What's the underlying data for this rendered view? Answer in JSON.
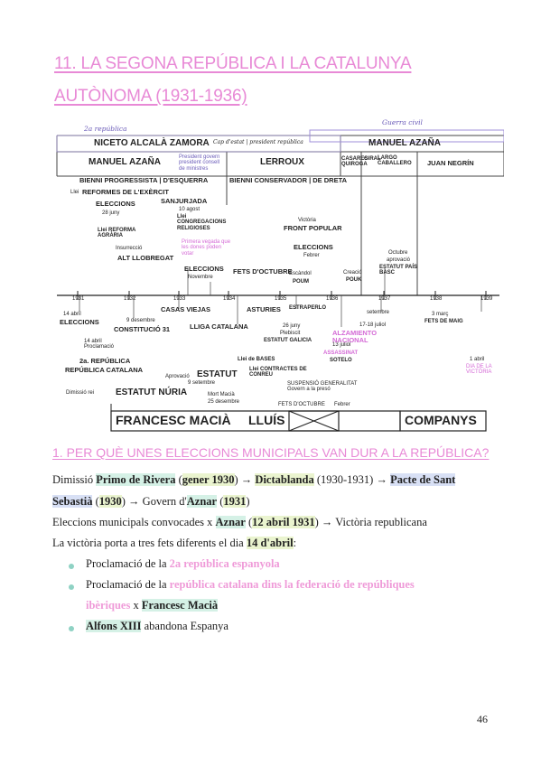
{
  "title": {
    "line1": "11. LA SEGONA REPÚBLICA I LA CATALUNYA",
    "line2": "AUTÒNOMA (1931-1936)"
  },
  "timeline": {
    "period_left": "2a república",
    "period_right": "Guerra civil",
    "presidents": {
      "left": "NICETO ALCALÀ ZAMORA",
      "left_note": "Cap d'estat | president república",
      "right": "MANUEL AZAÑA"
    },
    "governments": {
      "azana": "MANUEL AZAÑA",
      "azana_note": "President govern president consell de ministres",
      "lerroux": "LERROUX",
      "casares": "CASARES QUIROGA",
      "giral": "GIRAL",
      "largo": "LARGO CABALLERO",
      "negrin": "JUAN NEGRÍN"
    },
    "bienni1": "BIENNI PROGRESSISTA | D'ESQUERRA",
    "bienni2": "BIENNI CONSERVADOR | DE DRETA",
    "above": {
      "lleis": "Llei",
      "reformes_exercit": "REFORMES DE L'EXÈRCIT",
      "elections_1931": "ELECCIONS",
      "elections_1931_date": "28 juny",
      "sanjurjada": "SANJURJADA",
      "sanjurjada_date": "10 agost",
      "llei_reforma": "Llei REFORMA AGRÀRIA",
      "llei_congregacions": "Llei CONGREGACIONS RELIGIOSES",
      "insurreccio": "Insurrecció",
      "alt_llobregat": "ALT LLOBREGAT",
      "vot_dona": "Primera vegada que les dones poden votar",
      "elections_1933": "ELECCIONS",
      "elections_1933_date": "Novembre",
      "fets_octubre": "FETS D'OCTUBRE",
      "victoria": "Victòria",
      "front_popular": "FRONT POPULAR",
      "elections_1936": "ELECCIONS",
      "elections_1936_date": "Febrer",
      "escandol": "Escàndol",
      "estraperlo_top": "POUM",
      "creacio": "Creació",
      "pouk": "POUK",
      "octubre": "Octubre",
      "aprovacio": "aprovació",
      "estatut_basc": "ESTATUT PAÍS BASC"
    },
    "years": [
      "1931",
      "1932",
      "1933",
      "1934",
      "1935",
      "1936",
      "1937",
      "1938",
      "1939"
    ],
    "below": {
      "abril14": "14 abril",
      "eleccions_1931": "ELECCIONS",
      "desembre9": "9 desembre",
      "constitucio": "CONSTITUCIÓ 31",
      "casas_viejas": "CASAS VIEJAS",
      "lliga": "LLIGA CATALANA",
      "asturies": "ASTURIES",
      "estraperlo": "ESTRAPERLO",
      "juny26": "26 juny",
      "plebiscit": "Plebiscit",
      "estatut_galicia": "ESTATUT GALICIA",
      "juliol13": "13 juliol",
      "assassinat": "ASSASSINAT",
      "sotelo": "SOTELO",
      "juliol17": "17-18 juliol",
      "alzamiento": "ALZAMIENTO NACIONAL",
      "setembre": "setembre",
      "marc": "3 març",
      "fets_maig": "FETS DE MAIG",
      "abril1": "1 abril",
      "dia_victoria": "DIA DE LA VICTÒRIA",
      "proclamacio_label": "14 abril Proclamació",
      "republica2": "2a. REPÚBLICA",
      "republica_cat": "REPÚBLICA CATALANA",
      "dimissio_rei": "Dimissió rei",
      "aprovacio_estatut": "Aprovació",
      "estatut": "ESTATUT",
      "setembre9": "9 setembre",
      "llei_bases": "Llei de BASES",
      "llei_contractes": "Llei CONTRACTES DE CONREU",
      "suspensio": "SUSPENSIÓ GENERALITAT Govern a la presó",
      "estatut_nuria": "ESTATUT NÚRIA",
      "mort_macia": "Mort Macià",
      "desembre25": "25 desembre",
      "fets_octubre_b": "FETS D'OCTUBRE",
      "febrer": "Febrer"
    },
    "catalan_presidents": {
      "macia": "FRANCESC MACIÀ",
      "lluis": "LLUÍS",
      "companys": "COMPANYS"
    }
  },
  "section1": {
    "heading": "1. PER QUÈ UNES ELECCIONS MUNICIPALS VAN DUR A LA REPÚBLICA?",
    "p1": {
      "a": "Dimissió ",
      "b": "Primo de Rivera",
      "c": " (",
      "d": "gener 1930",
      "e": ") → ",
      "f": "Dictablanda",
      "g": " (1930-1931) → ",
      "h": "Pacte de Sant"
    },
    "p2": {
      "a": "Sebastià",
      "b": " (",
      "c": "1930",
      "d": ") → Govern d'",
      "e": "Aznar",
      "f": " (",
      "g": "1931",
      "h": ")"
    },
    "p3": {
      "a": "Eleccions municipals convocades x ",
      "b": "Aznar",
      "c": " (",
      "d": "12 abril 1931",
      "e": ") → Victòria republicana"
    },
    "p4": {
      "a": "La victòria porta a tres fets diferents el dia ",
      "b": "14 d'abril",
      "c": ":"
    },
    "b1": {
      "a": "Proclamació de la ",
      "b": "2a república espanyola"
    },
    "b2": {
      "a": "Proclamació de la ",
      "b": "república catalana dins la federació de repúbliques"
    },
    "b2b": {
      "a": "ibèriques",
      "b": " x ",
      "c": "Francesc Macià"
    },
    "b3": {
      "a": "Alfons XIII",
      "b": " abandona Espanya"
    }
  },
  "page_number": "46"
}
